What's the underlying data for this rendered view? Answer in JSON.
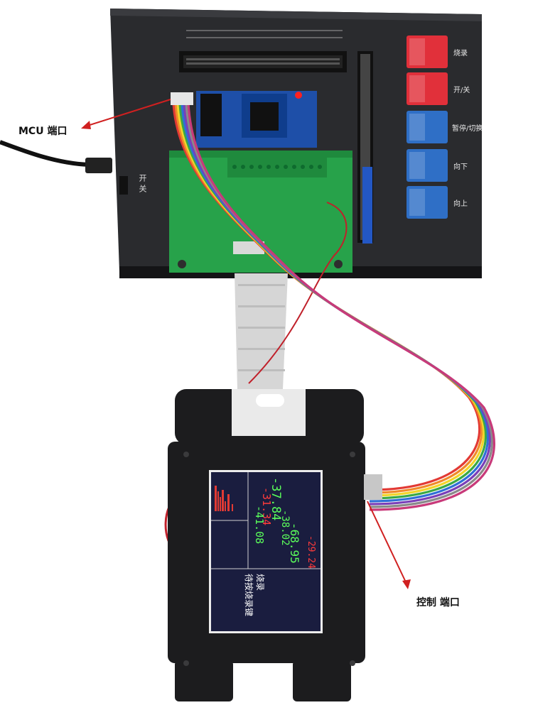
{
  "callouts": {
    "mcu_port": "MCU 端口",
    "control_port": "控制 端口"
  },
  "panel": {
    "power_switch": "开关",
    "buttons": [
      {
        "label": "烧录",
        "color": "#e1303a"
      },
      {
        "label": "开/关",
        "color": "#e1303a"
      },
      {
        "label": "暂停/切换",
        "color": "#2f6fc6"
      },
      {
        "label": "向下",
        "color": "#2f6fc6"
      },
      {
        "label": "向上",
        "color": "#2f6fc6"
      }
    ]
  },
  "display": {
    "readings": {
      "r1": "-37.84",
      "r2": "-31.34",
      "r3": "-38.02",
      "r4": "-41.08",
      "r5": "-68.95",
      "r6": "-29.24"
    },
    "status_lines": {
      "line1": "烧录",
      "line2": "待按烧录键"
    }
  },
  "colors": {
    "case": "#1d1d1f",
    "pcb_green": "#27a24a",
    "pcb_blue": "#1e4fa8",
    "screen_bg": "#1a1d3f"
  }
}
